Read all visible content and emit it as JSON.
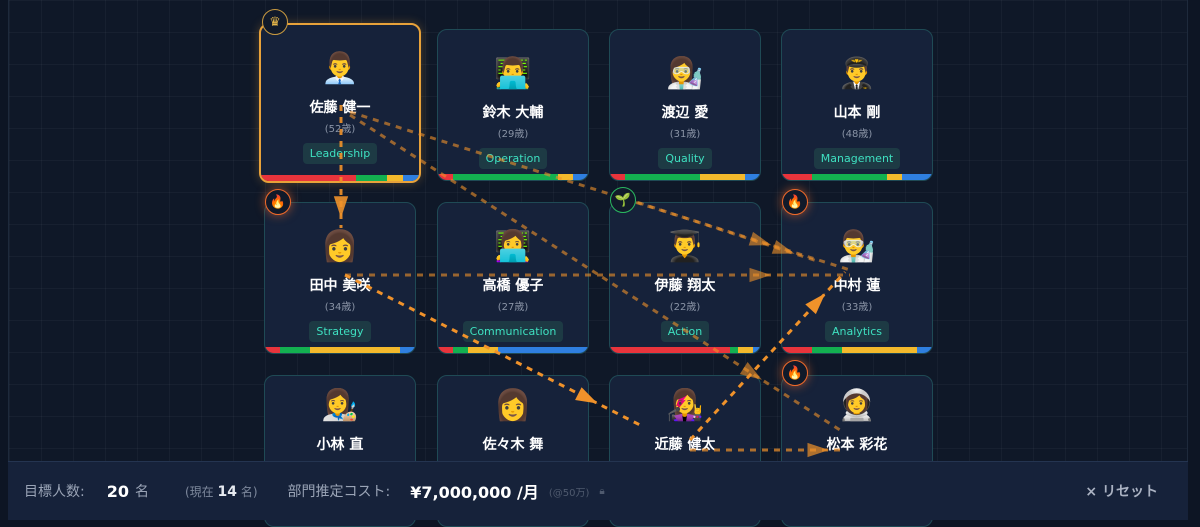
{
  "members": [
    {
      "emoji": "👨‍💼",
      "name": "佐藤 健一",
      "age": "(52歳)",
      "tag": "Leadership",
      "leader": true,
      "bar": [
        60,
        20,
        10,
        10
      ]
    },
    {
      "emoji": "👨‍💻",
      "name": "鈴木 大輔",
      "age": "(29歳)",
      "tag": "Operation",
      "bar": [
        10,
        70,
        10,
        10
      ]
    },
    {
      "emoji": "👩‍🔬",
      "name": "渡辺 愛",
      "age": "(31歳)",
      "tag": "Quality",
      "bar": [
        10,
        50,
        30,
        10
      ]
    },
    {
      "emoji": "👨‍✈️",
      "name": "山本 剛",
      "age": "(48歳)",
      "tag": "Management",
      "bar": [
        20,
        50,
        10,
        20
      ]
    },
    {
      "emoji": "👩",
      "name": "田中 美咲",
      "age": "(34歳)",
      "tag": "Strategy",
      "bar": [
        10,
        20,
        60,
        10
      ]
    },
    {
      "emoji": "👩‍💻",
      "name": "高橋 優子",
      "age": "(27歳)",
      "tag": "Communication",
      "bar": [
        10,
        10,
        20,
        60
      ]
    },
    {
      "emoji": "👨‍🎓",
      "name": "伊藤 翔太",
      "age": "(22歳)",
      "tag": "Action",
      "bar": [
        80,
        5,
        10,
        5
      ]
    },
    {
      "emoji": "👨‍🔬",
      "name": "中村 蓮",
      "age": "(33歳)",
      "tag": "Analytics",
      "bar": [
        20,
        20,
        50,
        10
      ]
    },
    {
      "emoji": "👩‍🎨",
      "name": "小林 直",
      "age": "",
      "tag": "",
      "bar": []
    },
    {
      "emoji": "👩",
      "name": "佐々木 舞",
      "age": "",
      "tag": "",
      "bar": []
    },
    {
      "emoji": "👩‍🎤",
      "name": "近藤 健太",
      "age": "",
      "tag": "",
      "bar": []
    },
    {
      "emoji": "👩‍🚀",
      "name": "松本 彩花",
      "age": "",
      "tag": "",
      "bar": []
    }
  ],
  "bar_colors": [
    "#e8343c",
    "#13b050",
    "#f3b92c",
    "#2f7fe0"
  ],
  "badges": [
    {
      "icon": "crown-icon",
      "glyph": "♛"
    },
    {
      "icon": "fire-icon",
      "glyph": "🔥"
    },
    {
      "icon": "sprout-icon",
      "glyph": "🌱"
    },
    {
      "icon": "fire-icon",
      "glyph": "🔥"
    },
    {
      "icon": "fire-icon",
      "glyph": "🔥"
    }
  ],
  "link_color": "#f0922a",
  "footer": {
    "target_label": "目標人数:",
    "target_value": "20",
    "target_unit": "名",
    "current_prefix": "(現在",
    "current_value": "14",
    "current_suffix": "名)",
    "cost_label": "部門推定コスト:",
    "cost_value": "¥7,000,000 /月",
    "rate": "(@50万)",
    "reset_label": "× リセット"
  }
}
